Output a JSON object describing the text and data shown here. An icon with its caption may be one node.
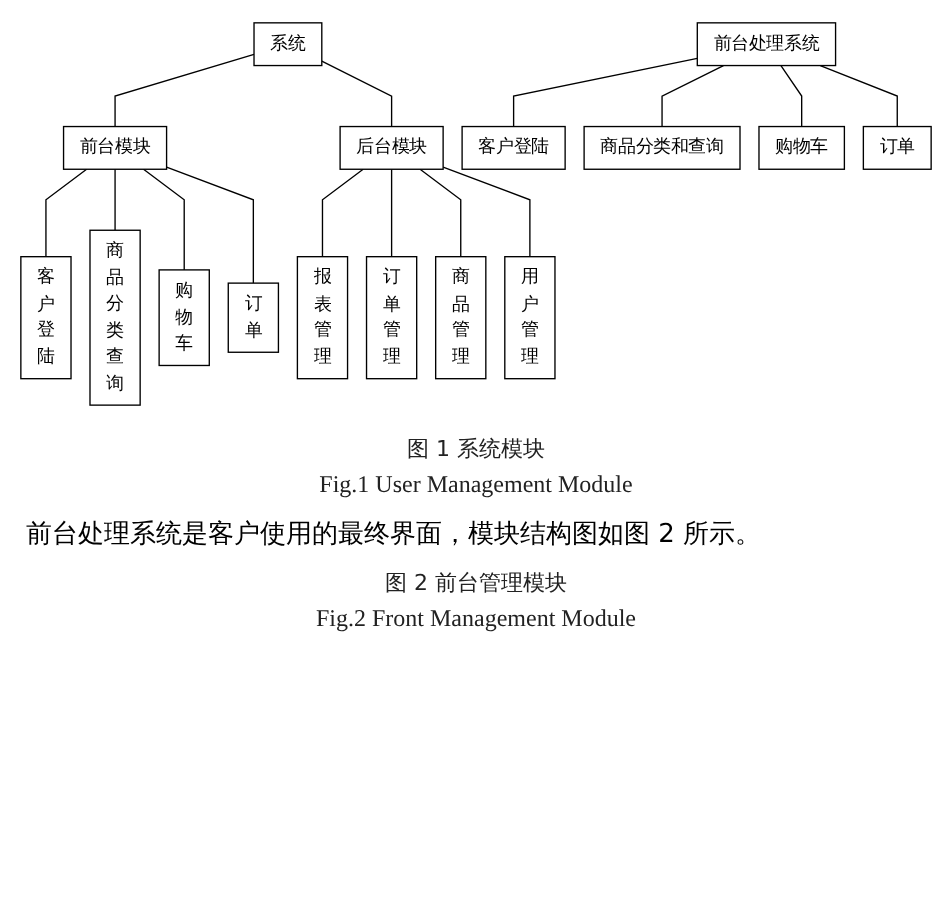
{
  "diagram": {
    "nodes": [
      {
        "text": [
          "系统"
        ]
      },
      {
        "text": [
          "前台模块"
        ]
      },
      {
        "text": [
          "后台模块"
        ]
      },
      {
        "text": [
          "客户登陆"
        ]
      },
      {
        "text": [
          "商品分类查询"
        ]
      },
      {
        "text": [
          "购物车"
        ]
      },
      {
        "text": [
          "订单"
        ]
      },
      {
        "text": [
          "报表管理"
        ]
      },
      {
        "text": [
          "订单管理"
        ]
      },
      {
        "text": [
          "商品管理"
        ]
      },
      {
        "text": [
          "用户管理"
        ]
      },
      {
        "text": [
          "前台处理系统"
        ]
      },
      {
        "text": [
          "客户登陆"
        ]
      },
      {
        "text": [
          "商品分类和查询"
        ]
      },
      {
        "text": [
          "购物车"
        ]
      },
      {
        "text": [
          "订单"
        ]
      }
    ],
    "edges": [
      {
        "from": 0,
        "to": 1,
        "arrow": "none"
      },
      {
        "from": 0,
        "to": 2,
        "arrow": "none"
      },
      {
        "from": 1,
        "to": 3,
        "arrow": "none"
      },
      {
        "from": 1,
        "to": 4,
        "arrow": "none"
      },
      {
        "from": 1,
        "to": 5,
        "arrow": "none"
      },
      {
        "from": 1,
        "to": 6,
        "arrow": "none"
      },
      {
        "from": 2,
        "to": 7,
        "arrow": "none"
      },
      {
        "from": 2,
        "to": 8,
        "arrow": "none"
      },
      {
        "from": 2,
        "to": 9,
        "arrow": "none"
      },
      {
        "from": 2,
        "to": 10,
        "arrow": "none"
      },
      {
        "from": 11,
        "to": 12,
        "arrow": "none"
      },
      {
        "from": 11,
        "to": 13,
        "arrow": "none"
      },
      {
        "from": 11,
        "to": 14,
        "arrow": "none"
      },
      {
        "from": 11,
        "to": 15,
        "arrow": "none"
      }
    ],
    "labels": [
      "图 1 系统模块",
      "Fig.1 User Management Module",
      "前台处理系统是客户使用的最终界面，模块结构图如图 2 所示。",
      "图 2 前台管理模块",
      "Fig.2 Front Management Module"
    ]
  }
}
